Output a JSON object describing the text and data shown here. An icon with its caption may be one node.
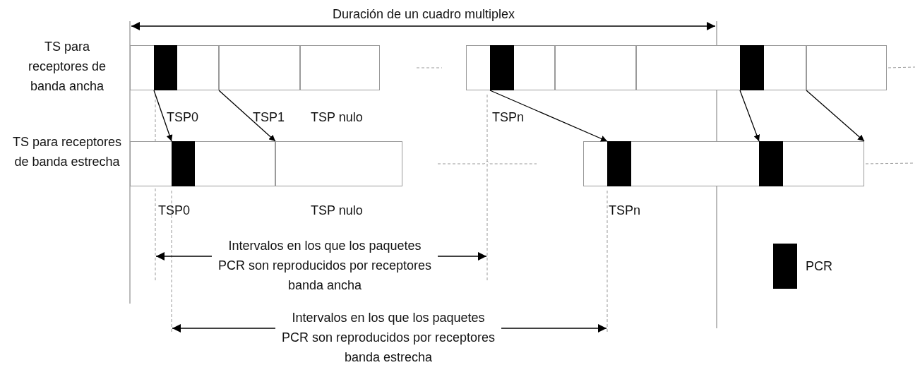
{
  "diagram": {
    "nodes": [
      {
        "text": [],
        "shape": "box"
      },
      {
        "text": [],
        "shape": "bar",
        "in": 0
      },
      {
        "text": [],
        "shape": "box"
      },
      {
        "text": [],
        "shape": "box"
      },
      {
        "text": [],
        "shape": "box"
      },
      {
        "text": [],
        "shape": "bar",
        "in": 4
      },
      {
        "text": [],
        "shape": "box"
      },
      {
        "text": [],
        "shape": "box"
      },
      {
        "text": [],
        "shape": "bar",
        "in": 7
      },
      {
        "text": [],
        "shape": "box"
      },
      {
        "text": [],
        "shape": "box"
      },
      {
        "text": [],
        "shape": "bar",
        "in": 10
      },
      {
        "text": [],
        "shape": "box"
      },
      {
        "text": [],
        "shape": "box"
      },
      {
        "text": [],
        "shape": "bar",
        "in": 13
      },
      {
        "text": [],
        "shape": "bar",
        "in": 13
      }
    ],
    "edges": [
      {
        "from": 1,
        "to": 11,
        "arrow": "to"
      },
      {
        "from": 2,
        "to": 12,
        "arrow": "to"
      },
      {
        "from": 5,
        "to": 14,
        "arrow": "to"
      },
      {
        "from": 8,
        "to": 15,
        "arrow": "to"
      },
      {
        "from": 9,
        "to": 13,
        "arrow": "to"
      }
    ],
    "labels": [
      "Duración de un cuadro multiplex",
      "TS para receptores de banda ancha",
      "TSP0",
      "TSP1",
      "TSP nulo",
      "TSPn",
      "TS para receptores de banda estrecha",
      "TSP0",
      "TSP nulo",
      "TSPn",
      "Intervalos en los que los paquetes PCR son reproducidos por receptores banda ancha",
      "Intervalos en los que los paquetes PCR son reproducidos por receptores banda estrecha"
    ],
    "legend": [
      {
        "text": "PCR",
        "color": "#000000"
      }
    ]
  }
}
